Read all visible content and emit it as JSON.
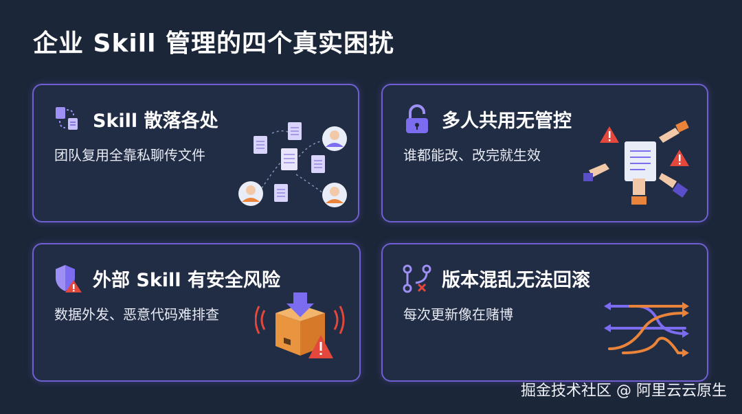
{
  "title": "企业 Skill 管理的四个真实困扰",
  "cards": [
    {
      "title": "Skill 散落各处",
      "desc": "团队复用全靠私聊传文件",
      "icon": "scattered-docs-icon"
    },
    {
      "title": "多人共用无管控",
      "desc": "谁都能改、改完就生效",
      "icon": "padlock-open-icon"
    },
    {
      "title": "外部 Skill 有安全风险",
      "desc": "数据外发、恶意代码难排查",
      "icon": "shield-warning-icon"
    },
    {
      "title": "版本混乱无法回滚",
      "desc": "每次更新像在赌博",
      "icon": "branch-icon"
    }
  ],
  "footer": "掘金技术社区 @ 阿里云云原生",
  "colors": {
    "background": "#1c2639",
    "card_border": "#6f5fd0",
    "accent_purple": "#7b6cf0",
    "warning_red": "#e4473c",
    "orange": "#e9843a"
  }
}
